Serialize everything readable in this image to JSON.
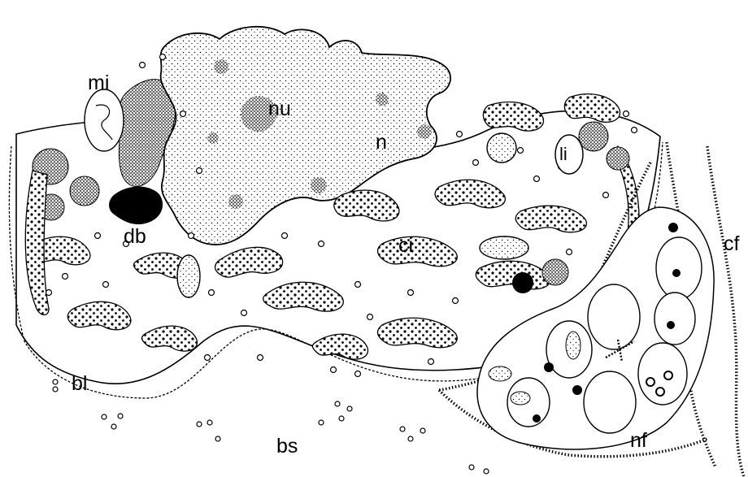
{
  "figure": {
    "labels": {
      "mi": "mi",
      "nu": "nu",
      "n": "n",
      "li": "li",
      "db": "db",
      "ci": "ci",
      "cf": "cf",
      "bl": "bl",
      "bs": "bs",
      "nf": "nf"
    },
    "colors": {
      "ink": "#000000",
      "paper": "#ffffff"
    }
  }
}
